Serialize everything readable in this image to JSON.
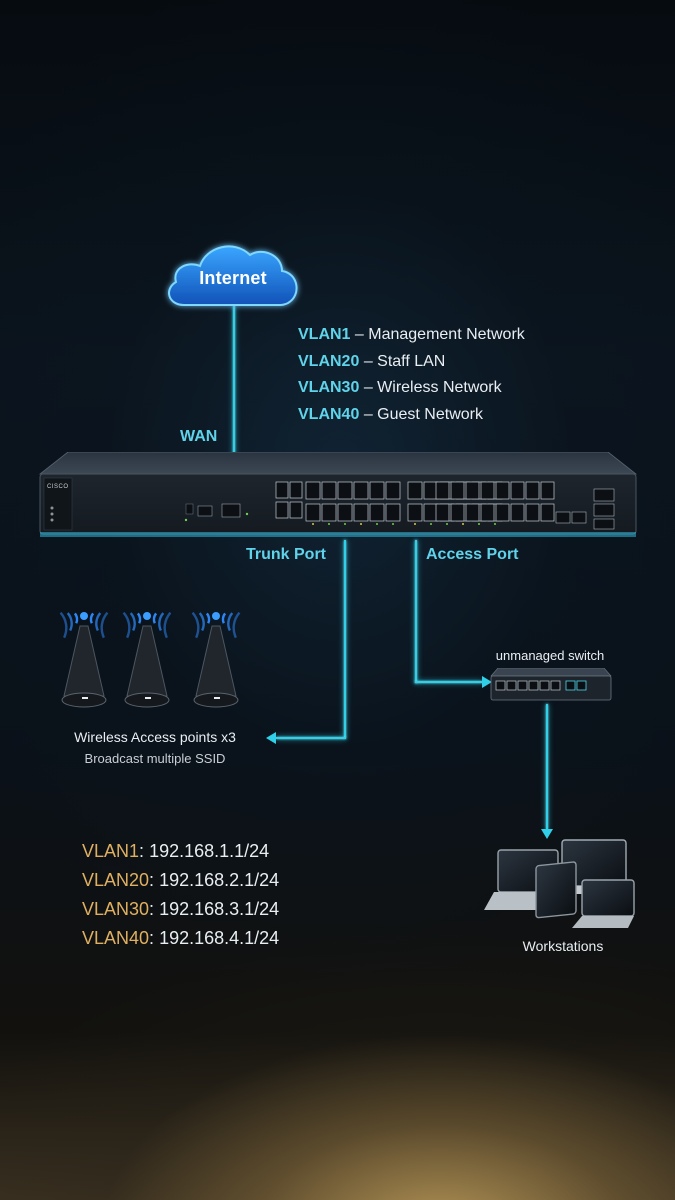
{
  "internet_label": "Internet",
  "wan_label": "WAN",
  "trunk_label": "Trunk Port",
  "access_label": "Access Port",
  "unmanaged_label": "unmanaged switch",
  "switch_brand": "CISCO",
  "vlan_legend": [
    {
      "name": "VLAN1",
      "desc": "– Management Network"
    },
    {
      "name": "VLAN20",
      "desc": "– Staff LAN"
    },
    {
      "name": "VLAN30",
      "desc": "– Wireless Network"
    },
    {
      "name": "VLAN40",
      "desc": "– Guest Network"
    }
  ],
  "access_points": {
    "title": "Wireless Access points x3",
    "subtitle": "Broadcast multiple SSID"
  },
  "ip_table": [
    {
      "name": "VLAN1",
      "addr": "192.168.1.1/24"
    },
    {
      "name": "VLAN20",
      "addr": "192.168.2.1/24"
    },
    {
      "name": "VLAN30",
      "addr": "192.168.3.1/24"
    },
    {
      "name": "VLAN40",
      "addr": "192.168.4.1/24"
    }
  ],
  "workstations_label": "Workstations",
  "colors": {
    "wire": "#2fd0e8",
    "vlan_name": "#5fd3ea",
    "ip_vlan_name": "#e0b061",
    "text": "#e9eef2"
  }
}
